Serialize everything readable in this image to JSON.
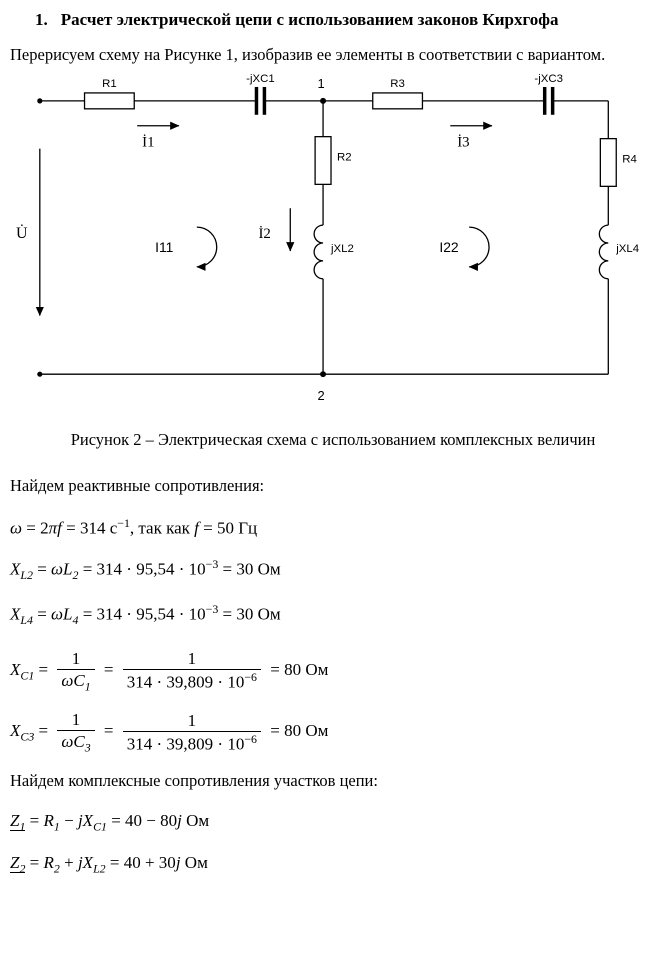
{
  "colors": {
    "ink": "#000000",
    "background": "#ffffff"
  },
  "doc": {
    "heading": {
      "number": "1.",
      "text": "Расчет электрической цепи с использованием законов Кирхгофа"
    },
    "paragraph": "Перерисуем схему на Рисунке 1, изобразив ее элементы в соответствии с вариантом.",
    "caption": "Рисунок 2 – Электрическая схема с использованием комплексных величин",
    "section1": "Найдем реактивные сопротивления:",
    "section2": "Найдем комплексные сопротивления участков цепи:"
  },
  "circuit": {
    "r1": "R1",
    "r2": "R2",
    "r3": "R3",
    "r4": "R4",
    "c1": "-jXC1",
    "c3": "-jXC3",
    "l2": "jXL2",
    "l4": "jXL4",
    "i1": "İ1",
    "i2": "İ2",
    "i3": "İ3",
    "loop1": "I11",
    "loop2": "I22",
    "voltage": "U̇",
    "node1": "1",
    "node2": "2"
  },
  "f": {
    "omega": {
      "a": "ω",
      "b": " = 2",
      "c": "πf",
      "d": " = 314 с",
      "sup": "−1",
      "e": ", так как ",
      "g": "f",
      "h": " = 50 Гц"
    },
    "xl2": {
      "a": "X",
      "asub": "L2",
      "b": " = ",
      "c": "ωL",
      "csub": "2",
      "d": " = 314 · 95,54 · 10",
      "dsup": "−3",
      "e": " = 30 Ом"
    },
    "xl4": {
      "a": "X",
      "asub": "L4",
      "b": " = ",
      "c": "ωL",
      "csub": "4",
      "d": " = 314 · 95,54 · 10",
      "dsup": "−3",
      "e": " = 30 Ом"
    },
    "xc1": {
      "a": "X",
      "asub": "C1",
      "b": " = ",
      "n1": "1",
      "d1a": "ωC",
      "d1sub": "1",
      "c": " = ",
      "n2": "1",
      "d2": "314 · 39,809 · 10",
      "d2sup": "−6",
      "e": " = 80 Ом"
    },
    "xc3": {
      "a": "X",
      "asub": "C3",
      "b": " = ",
      "n1": "1",
      "d1a": "ωC",
      "d1sub": "3",
      "c": " = ",
      "n2": "1",
      "d2": "314 · 39,809 · 10",
      "d2sup": "−6",
      "e": " = 80 Ом"
    },
    "z1": {
      "a": "Z",
      "asub": "1",
      "b": " = ",
      "c": "R",
      "csub": "1",
      "d": " − ",
      "e": "jX",
      "esub": "C1",
      "g": " = 40 − 80",
      "h": "j",
      "i": " Ом"
    },
    "z2": {
      "a": "Z",
      "asub": "2",
      "b": " = ",
      "c": "R",
      "csub": "2",
      "d": " + ",
      "e": "jX",
      "esub": "L2",
      "g": " = 40 + 30",
      "h": "j",
      "i": " Ом"
    }
  }
}
